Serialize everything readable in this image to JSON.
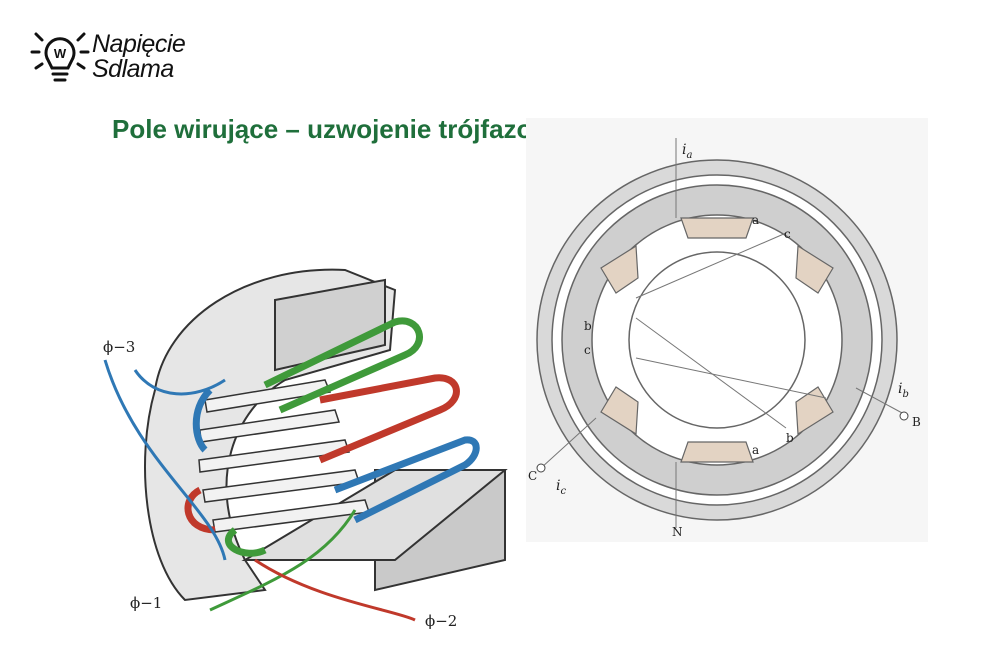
{
  "logo": {
    "line1": "Napięcie",
    "line2": "Sdlama",
    "icon": "lightbulb-icon",
    "icon_letter": "W"
  },
  "title": "Pole wirujące – uzwojenie trójfazowe stojana",
  "colors": {
    "title": "#1f6f3b",
    "phase_blue": "#2f78b5",
    "phase_red": "#c0392b",
    "phase_green": "#3f9a3a",
    "pole": "#e3d3c3",
    "core": "#d8d8d8"
  },
  "diagram_3d": {
    "labels": {
      "phase1": "ϕ−1",
      "phase2": "ϕ−2",
      "phase3": "ϕ−3"
    }
  },
  "diagram_2d": {
    "labels": {
      "ia": "i",
      "ia_sub": "a",
      "ib": "i",
      "ib_sub": "b",
      "ic": "i",
      "ic_sub": "c",
      "a_top": "a",
      "a_bottom": "a",
      "b_left": "b",
      "b_right": "b",
      "c_left": "c",
      "c_top": "c",
      "terminal_b": "B",
      "terminal_c": "C",
      "neutral": "N"
    }
  }
}
